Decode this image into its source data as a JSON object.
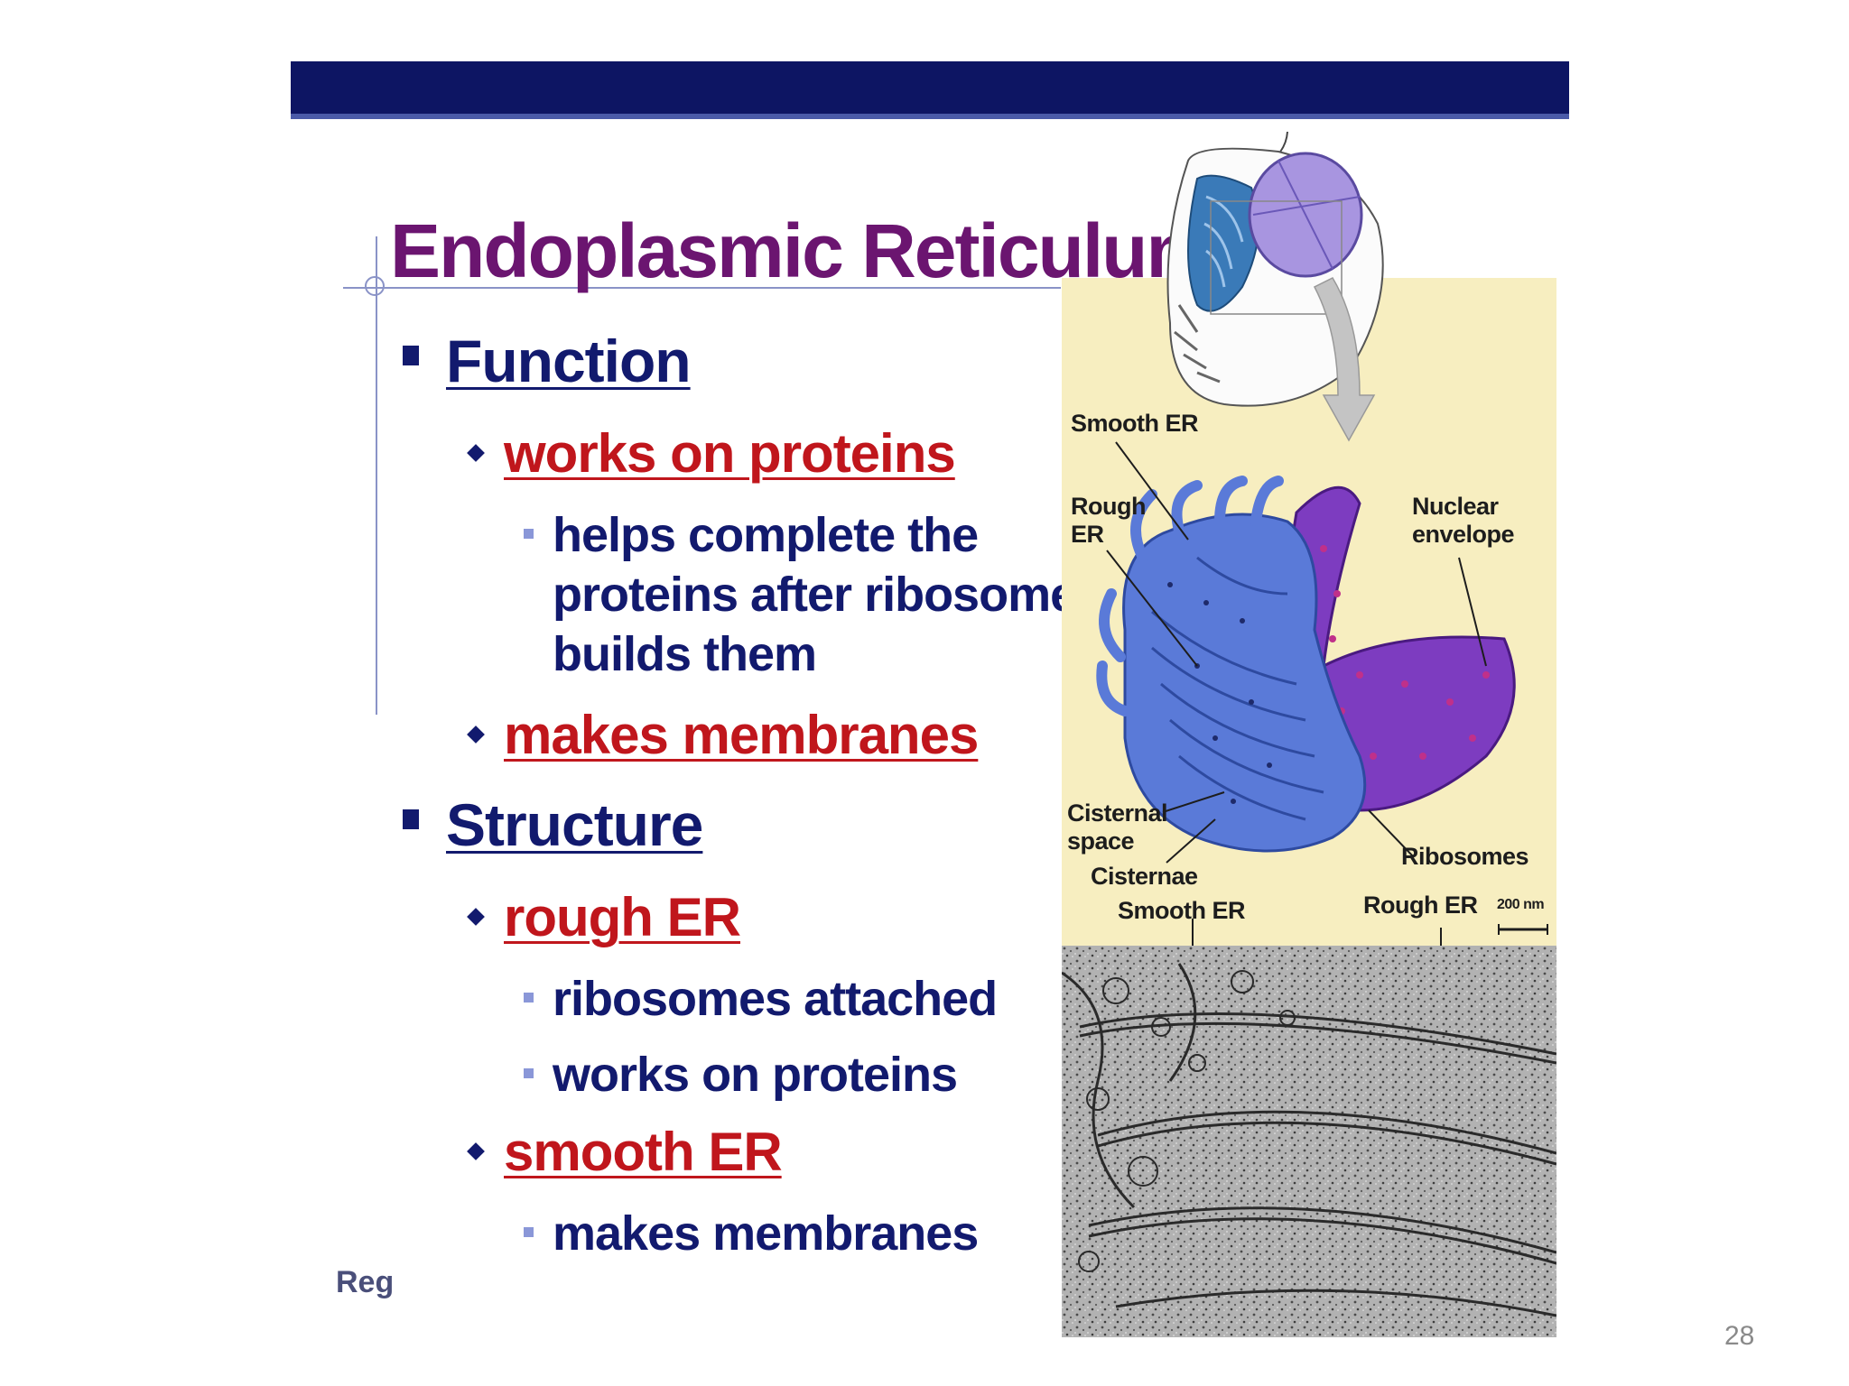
{
  "slide": {
    "title": "Endoplasmic Reticulum",
    "page_number": "28",
    "footer_text": "Reg",
    "bullets": {
      "function": {
        "label": "Function",
        "works_on_proteins": "works on proteins",
        "helps_complete": [
          "helps complete the",
          "proteins after ribosome",
          "builds them"
        ],
        "makes_membranes": "makes membranes"
      },
      "structure": {
        "label": "Structure",
        "rough_er": "rough ER",
        "ribosomes_attached": "ribosomes attached",
        "works_on_proteins": "works on proteins",
        "smooth_er": "smooth ER",
        "makes_membranes": "makes membranes"
      }
    }
  },
  "figure": {
    "labels": {
      "smooth_er_top": "Smooth ER",
      "rough_er": [
        "Rough",
        "ER"
      ],
      "nuclear_envelope": [
        "Nuclear",
        "envelope"
      ],
      "cisternal_space": [
        "Cisternal",
        "space"
      ],
      "cisternae": "Cisternae",
      "ribosomes": "Ribosomes",
      "smooth_er_bottom": "Smooth ER",
      "rough_er_bottom": "Rough ER",
      "scale_bar": "200 nm"
    },
    "colors": {
      "panel_background": "#f7eec0",
      "er_blue": "#5a7ad8",
      "nucleus_purple": "#7d3cc0",
      "ribosome_dots": "#c0308a",
      "micrograph_gray": "#a8a8a8"
    }
  },
  "colors": {
    "title": "#6b1570",
    "level1_text": "#121a6e",
    "level2_text": "#c0161c",
    "top_bar": "#0d1563"
  }
}
